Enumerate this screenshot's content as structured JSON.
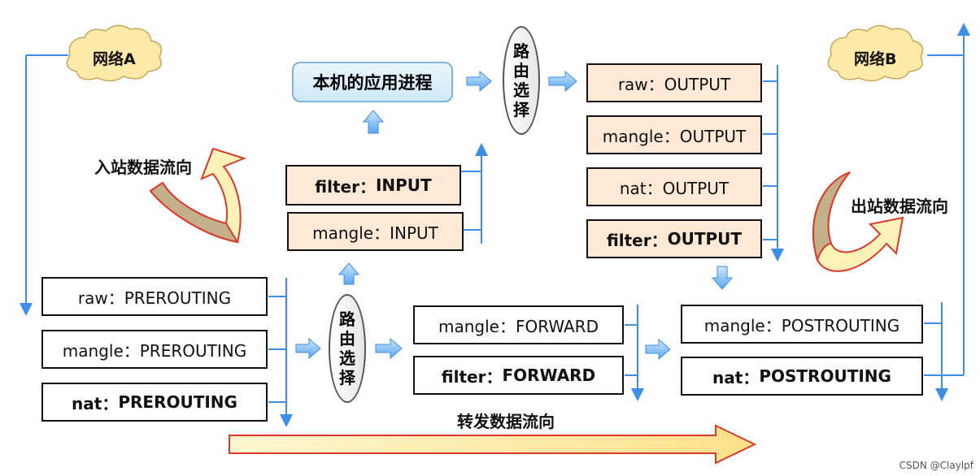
{
  "clouds": {
    "a": "网络A",
    "b": "网络B"
  },
  "app_process": "本机的应用进程",
  "routing": [
    "路",
    "由",
    "选",
    "择"
  ],
  "labels": {
    "inbound": "入站数据流向",
    "outbound": "出站数据流向",
    "forward": "转发数据流向"
  },
  "chains": {
    "filter_input": {
      "table": "filter：",
      "chain": "INPUT"
    },
    "mangle_input": "mangle：INPUT",
    "raw_output": "raw：OUTPUT",
    "mangle_output": "mangle：OUTPUT",
    "nat_output": "nat：OUTPUT",
    "filter_output": {
      "table": "filter：",
      "chain": "OUTPUT"
    },
    "raw_prerouting": "raw：PREROUTING",
    "mangle_prerouting": "mangle：PREROUTING",
    "nat_prerouting": {
      "table": "nat：",
      "chain": "PREROUTING"
    },
    "mangle_forward": "mangle：FORWARD",
    "filter_forward": {
      "table": "filter：",
      "chain": "FORWARD"
    },
    "mangle_postrouting": "mangle：POSTROUTING",
    "nat_postrouting": {
      "table": "nat：",
      "chain": "POSTROUTING"
    }
  },
  "colors": {
    "line": "#3d8ee6",
    "box_fill": "#fde9d5",
    "cloud": "#fde9a8",
    "arrow_fill": "#fff2b8",
    "arrow_stroke": "#d93a2a"
  },
  "watermark": "CSDN @Claylpf"
}
